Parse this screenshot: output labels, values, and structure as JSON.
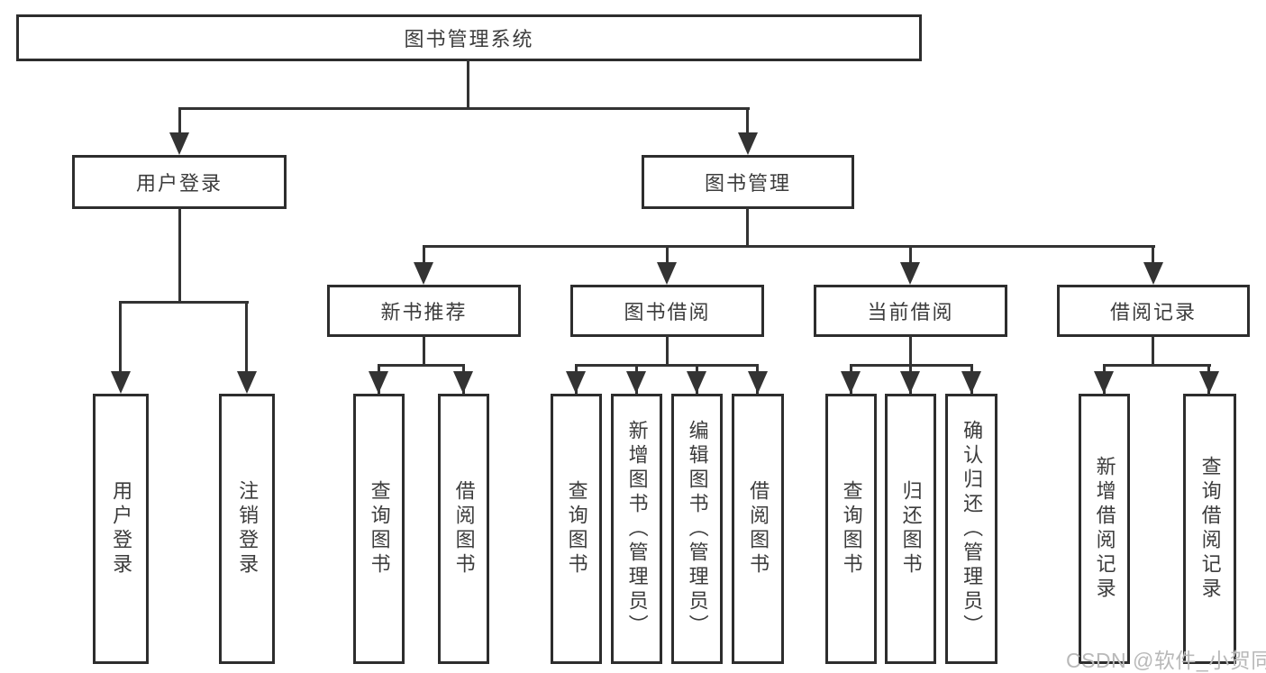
{
  "diagram_title": "图书管理系统",
  "tree": {
    "root": {
      "label": "图书管理系统"
    },
    "branches": [
      {
        "label": "用户登录",
        "children": [
          {
            "label": "用户登录"
          },
          {
            "label": "注销登录"
          }
        ]
      },
      {
        "label": "图书管理",
        "children": [
          {
            "label": "新书推荐",
            "children": [
              {
                "label": "查询图书"
              },
              {
                "label": "借阅图书"
              }
            ]
          },
          {
            "label": "图书借阅",
            "children": [
              {
                "label": "查询图书"
              },
              {
                "label": "新增图书（管理员）"
              },
              {
                "label": "编辑图书（管理员）"
              },
              {
                "label": "借阅图书"
              }
            ]
          },
          {
            "label": "当前借阅",
            "children": [
              {
                "label": "查询图书"
              },
              {
                "label": "归还图书"
              },
              {
                "label": "确认归还（管理员）"
              }
            ]
          },
          {
            "label": "借阅记录",
            "children": [
              {
                "label": "新增借阅记录"
              },
              {
                "label": "查询借阅记录"
              }
            ]
          }
        ]
      }
    ]
  },
  "watermark": {
    "text": "CSDN @软件_小贺同学"
  },
  "colors": {
    "line": "#333333",
    "box_border": "#2d2d2d",
    "text": "#3c3c3c",
    "background": "#ffffff",
    "watermark": "#b9b9b9"
  }
}
